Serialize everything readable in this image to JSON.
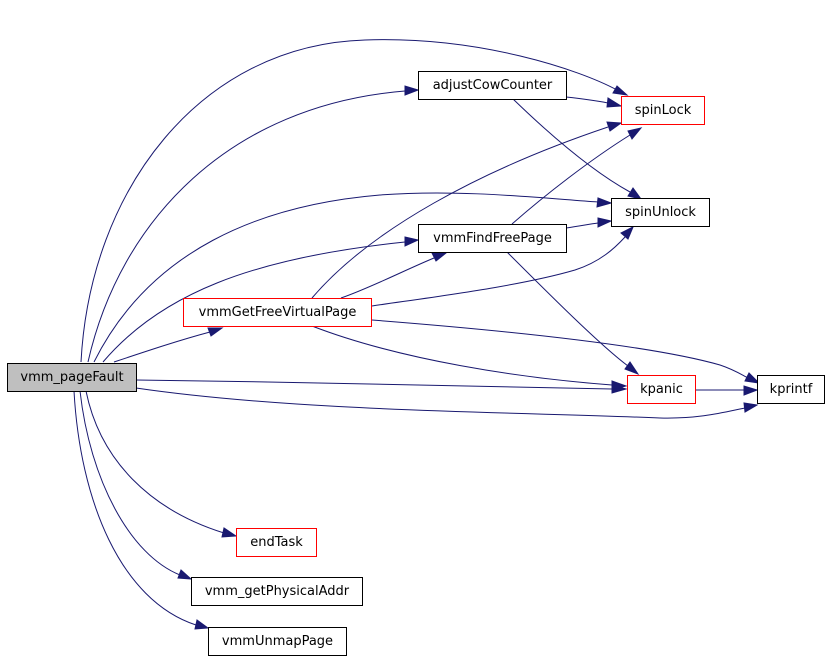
{
  "colors": {
    "edge": "#191970",
    "node_border": "#000000",
    "node_border_red": "#ff0000",
    "root_fill": "#bfbfbf"
  },
  "nodes": {
    "vmm_pageFault": "vmm_pageFault",
    "adjustCowCounter": "adjustCowCounter",
    "spinLock": "spinLock",
    "spinUnlock": "spinUnlock",
    "vmmFindFreePage": "vmmFindFreePage",
    "vmmGetFreeVirtualPage": "vmmGetFreeVirtualPage",
    "kpanic": "kpanic",
    "kprintf": "kprintf",
    "endTask": "endTask",
    "vmm_getPhysicalAddr": "vmm_getPhysicalAddr",
    "vmmUnmapPage": "vmmUnmapPage"
  },
  "edges": [
    {
      "from": "vmm_pageFault",
      "to": "spinLock"
    },
    {
      "from": "vmm_pageFault",
      "to": "adjustCowCounter"
    },
    {
      "from": "vmm_pageFault",
      "to": "spinUnlock"
    },
    {
      "from": "vmm_pageFault",
      "to": "vmmFindFreePage"
    },
    {
      "from": "vmm_pageFault",
      "to": "vmmGetFreeVirtualPage"
    },
    {
      "from": "vmm_pageFault",
      "to": "kpanic"
    },
    {
      "from": "vmm_pageFault",
      "to": "kprintf"
    },
    {
      "from": "vmm_pageFault",
      "to": "endTask"
    },
    {
      "from": "vmm_pageFault",
      "to": "vmm_getPhysicalAddr"
    },
    {
      "from": "vmm_pageFault",
      "to": "vmmUnmapPage"
    },
    {
      "from": "adjustCowCounter",
      "to": "spinLock"
    },
    {
      "from": "adjustCowCounter",
      "to": "spinUnlock"
    },
    {
      "from": "vmmFindFreePage",
      "to": "spinLock"
    },
    {
      "from": "vmmFindFreePage",
      "to": "spinUnlock"
    },
    {
      "from": "vmmFindFreePage",
      "to": "kpanic"
    },
    {
      "from": "vmmGetFreeVirtualPage",
      "to": "spinLock"
    },
    {
      "from": "vmmGetFreeVirtualPage",
      "to": "vmmFindFreePage"
    },
    {
      "from": "vmmGetFreeVirtualPage",
      "to": "spinUnlock"
    },
    {
      "from": "vmmGetFreeVirtualPage",
      "to": "kpanic"
    },
    {
      "from": "vmmGetFreeVirtualPage",
      "to": "kprintf"
    },
    {
      "from": "kpanic",
      "to": "kprintf"
    }
  ]
}
